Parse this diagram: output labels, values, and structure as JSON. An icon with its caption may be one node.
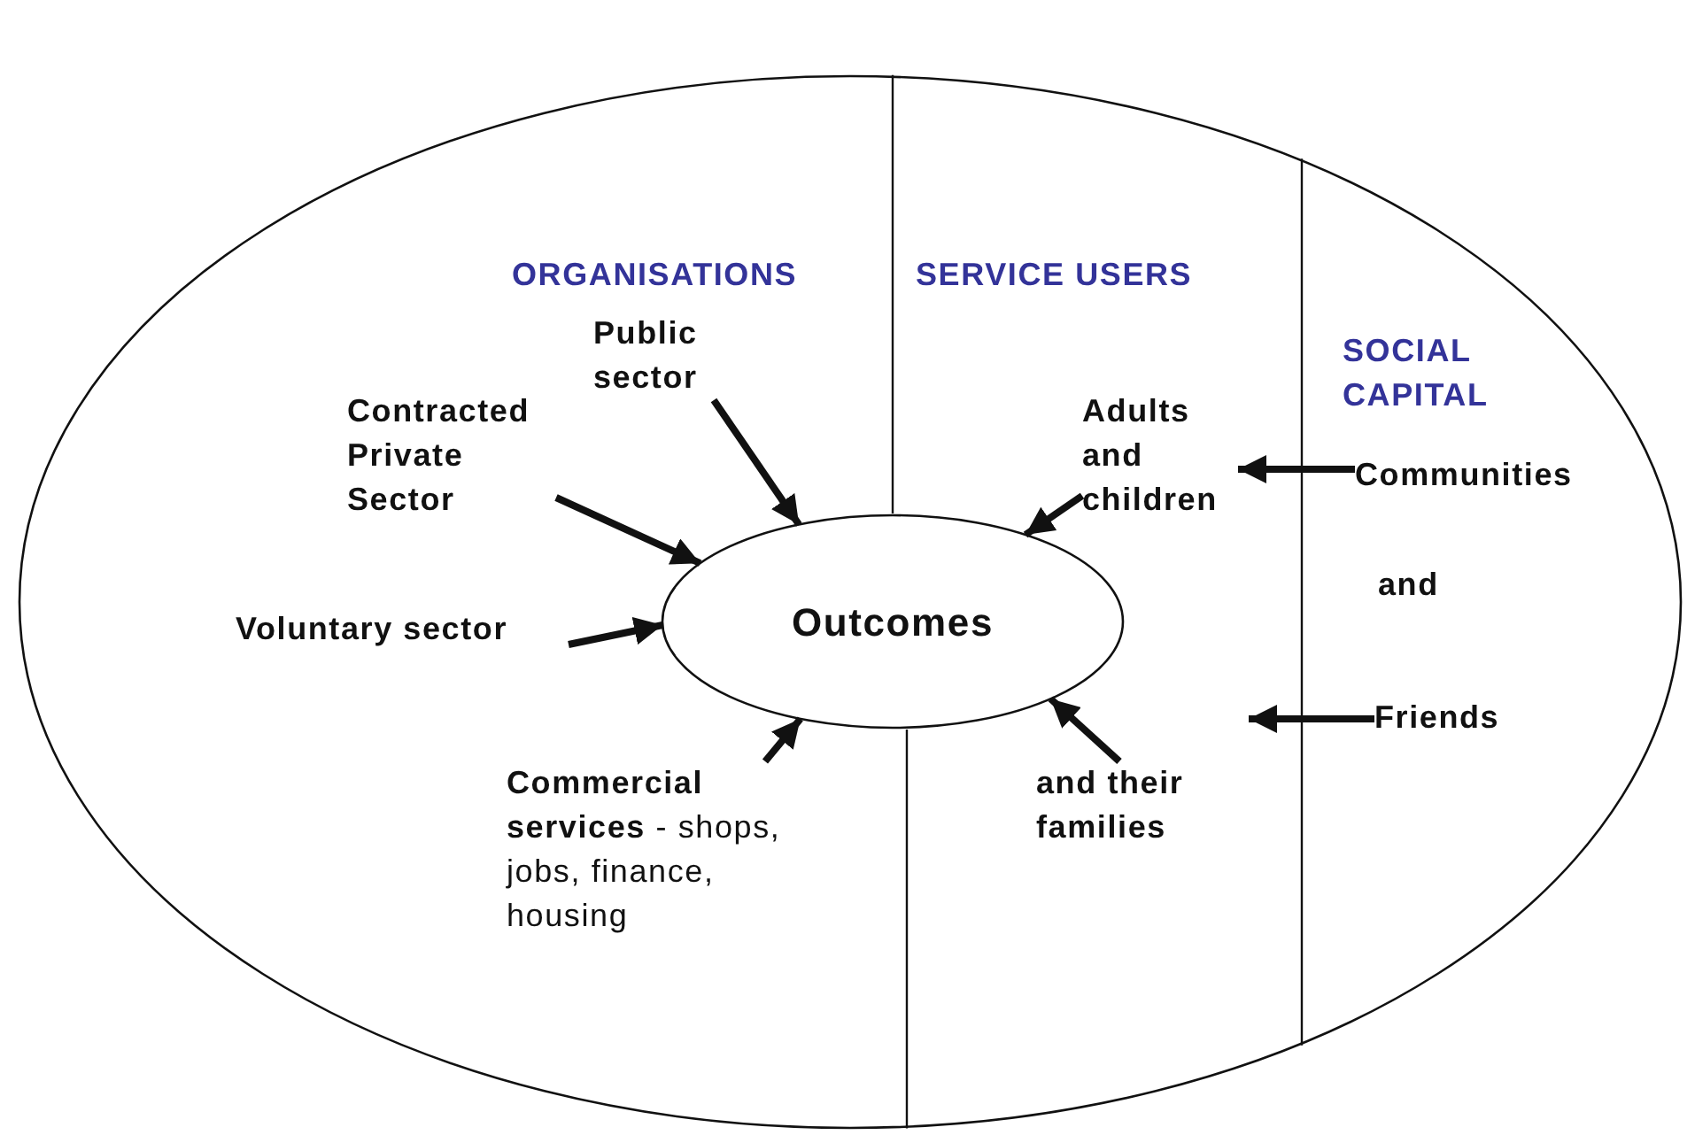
{
  "diagram": {
    "nodes": [
      {
        "text": [],
        "shape": "ellipse"
      },
      {
        "text": [
          "Outcomes"
        ],
        "in": 0
      },
      {
        "text": [
          "Public sector"
        ],
        "in": 0
      },
      {
        "text": [
          "Contracted Private Sector"
        ],
        "in": 0
      },
      {
        "text": [
          "Voluntary sector"
        ],
        "in": 0
      },
      {
        "text": [
          "**Commercial services** - shops, jobs, finance, housing"
        ],
        "in": 0
      },
      {
        "text": [
          "Adults and children"
        ],
        "in": 0
      },
      {
        "text": [
          "and their families"
        ],
        "in": 0
      },
      {
        "text": [
          "Communities"
        ],
        "in": 0
      },
      {
        "text": [
          "Friends"
        ],
        "in": 0
      }
    ],
    "edges": [
      {
        "from": 2,
        "to": 1,
        "arrow": "to"
      },
      {
        "from": 3,
        "to": 1,
        "arrow": "to"
      },
      {
        "from": 4,
        "to": 1,
        "arrow": "to"
      },
      {
        "from": 5,
        "to": 1,
        "arrow": "to"
      },
      {
        "from": 6,
        "to": 1,
        "arrow": "to"
      },
      {
        "from": 7,
        "to": 1,
        "arrow": "to"
      },
      {
        "from": 8,
        "to": 6,
        "arrow": "to"
      },
      {
        "from": 9,
        "to": null,
        "arrow": "to"
      }
    ],
    "labels": [
      "ORGANISATIONS",
      "SERVICE USERS",
      "SOCIAL CAPITAL",
      "and"
    ]
  }
}
